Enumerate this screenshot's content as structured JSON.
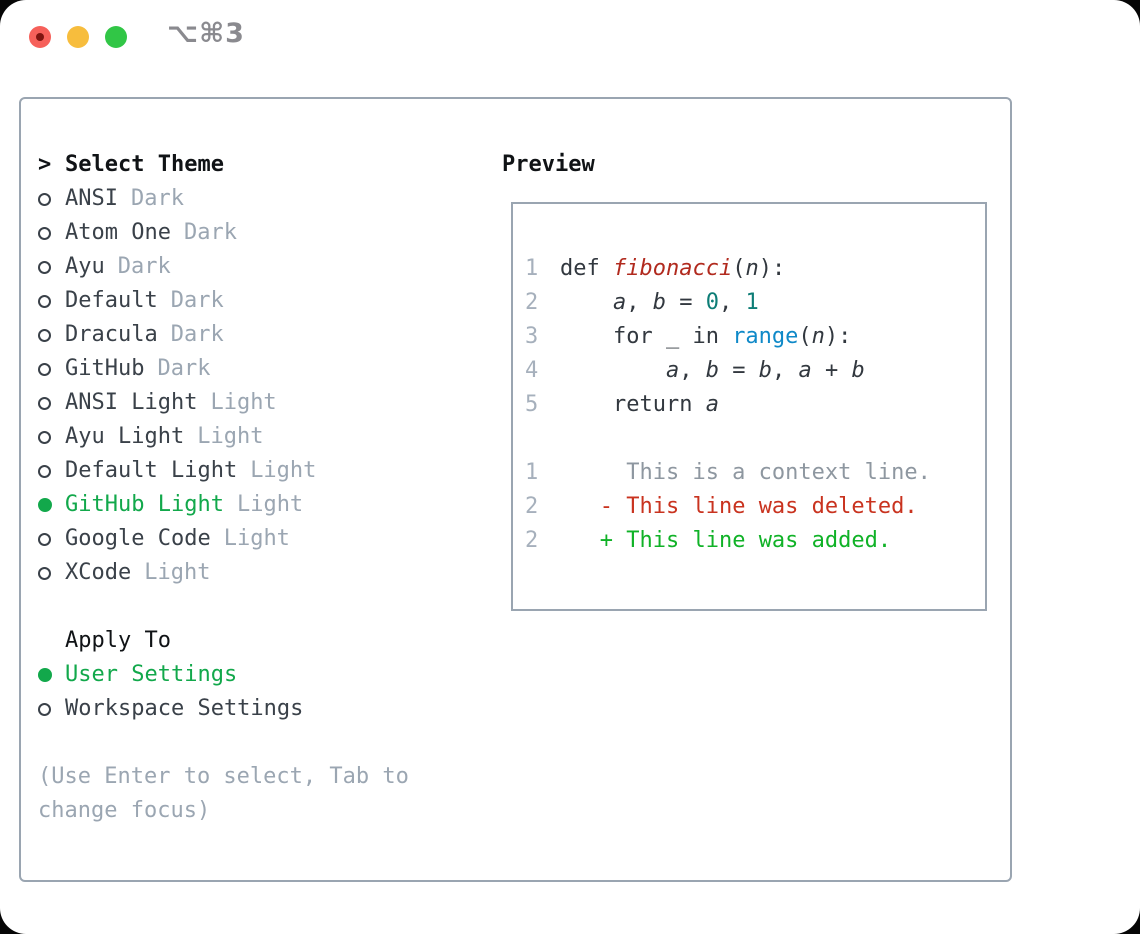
{
  "titlebar": {
    "title": "⌥⌘3",
    "buttons": [
      "close",
      "minimize",
      "zoom"
    ]
  },
  "theme_selector": {
    "prompt": ">",
    "title": "Select Theme",
    "items": [
      {
        "name": "ANSI",
        "variant": "Dark",
        "selected": false
      },
      {
        "name": "Atom One",
        "variant": "Dark",
        "selected": false
      },
      {
        "name": "Ayu",
        "variant": "Dark",
        "selected": false
      },
      {
        "name": "Default",
        "variant": "Dark",
        "selected": false
      },
      {
        "name": "Dracula",
        "variant": "Dark",
        "selected": false
      },
      {
        "name": "GitHub",
        "variant": "Dark",
        "selected": false
      },
      {
        "name": "ANSI Light",
        "variant": "Light",
        "selected": false
      },
      {
        "name": "Ayu Light",
        "variant": "Light",
        "selected": false
      },
      {
        "name": "Default Light",
        "variant": "Light",
        "selected": false
      },
      {
        "name": "GitHub Light",
        "variant": "Light",
        "selected": true
      },
      {
        "name": "Google Code",
        "variant": "Light",
        "selected": false
      },
      {
        "name": "XCode",
        "variant": "Light",
        "selected": false
      }
    ],
    "apply_to": {
      "label": "Apply To",
      "options": [
        {
          "label": "User Settings",
          "selected": true
        },
        {
          "label": "Workspace Settings",
          "selected": false
        }
      ]
    },
    "hint_lines": [
      "(Use Enter to select, Tab to",
      "change focus)"
    ]
  },
  "preview": {
    "title": "Preview",
    "lines": [
      {
        "num": "1",
        "segments": [
          {
            "text": "def ",
            "style": "plain"
          },
          {
            "text": "fibonacci",
            "style": "func"
          },
          {
            "text": "(",
            "style": "plain"
          },
          {
            "text": "n",
            "style": "var"
          },
          {
            "text": "):",
            "style": "plain"
          }
        ]
      },
      {
        "num": "2",
        "segments": [
          {
            "text": "    ",
            "style": "plain"
          },
          {
            "text": "a",
            "style": "var"
          },
          {
            "text": ", ",
            "style": "plain"
          },
          {
            "text": "b",
            "style": "var"
          },
          {
            "text": " = ",
            "style": "plain"
          },
          {
            "text": "0",
            "style": "num"
          },
          {
            "text": ", ",
            "style": "plain"
          },
          {
            "text": "1",
            "style": "num"
          }
        ]
      },
      {
        "num": "3",
        "segments": [
          {
            "text": "    for _ in ",
            "style": "plain"
          },
          {
            "text": "range",
            "style": "builtin"
          },
          {
            "text": "(",
            "style": "plain"
          },
          {
            "text": "n",
            "style": "var"
          },
          {
            "text": "):",
            "style": "plain"
          }
        ]
      },
      {
        "num": "4",
        "segments": [
          {
            "text": "        ",
            "style": "plain"
          },
          {
            "text": "a",
            "style": "var"
          },
          {
            "text": ", ",
            "style": "plain"
          },
          {
            "text": "b",
            "style": "var"
          },
          {
            "text": " = ",
            "style": "plain"
          },
          {
            "text": "b",
            "style": "var"
          },
          {
            "text": ", ",
            "style": "plain"
          },
          {
            "text": "a",
            "style": "var"
          },
          {
            "text": " + ",
            "style": "plain"
          },
          {
            "text": "b",
            "style": "var"
          }
        ]
      },
      {
        "num": "5",
        "segments": [
          {
            "text": "    return ",
            "style": "plain"
          },
          {
            "text": "a",
            "style": "var"
          }
        ]
      },
      {
        "num": "",
        "segments": []
      },
      {
        "num": "1",
        "segments": [
          {
            "text": "     This is a context line.",
            "style": "ctx"
          }
        ]
      },
      {
        "num": "2",
        "segments": [
          {
            "text": "   ",
            "style": "plain"
          },
          {
            "text": "- This line was deleted.",
            "style": "del"
          }
        ]
      },
      {
        "num": "2",
        "segments": [
          {
            "text": "   ",
            "style": "plain"
          },
          {
            "text": "+ This line was added.",
            "style": "add"
          }
        ]
      }
    ]
  },
  "colors": {
    "accent_green": "#12a84b",
    "added_green": "#10b227",
    "deleted_red": "#c9331f",
    "function_red": "#b12a1e",
    "number_teal": "#0d7d76",
    "builtin_blue": "#0f89c8",
    "muted_gray": "#9ba6b2",
    "border_gray": "#9aa5b1"
  }
}
